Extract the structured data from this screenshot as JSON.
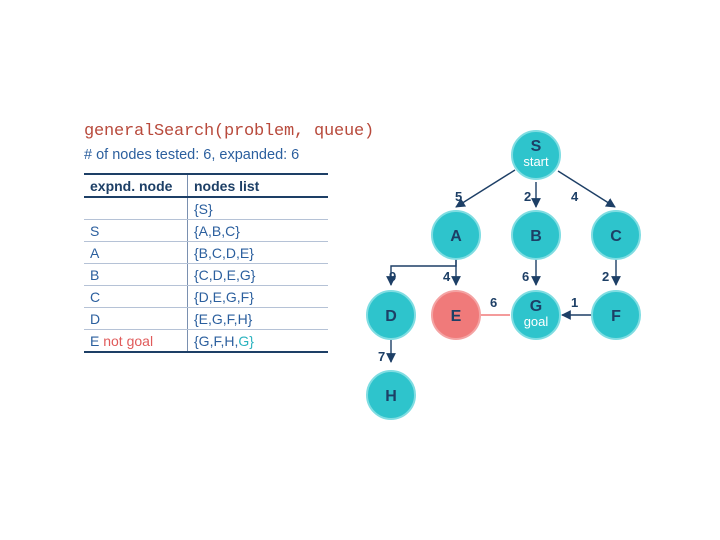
{
  "title": "generalSearch(problem, queue)",
  "subtitle": "# of nodes tested: 6, expanded: 6",
  "table": {
    "headers": [
      "expnd. node",
      "nodes list"
    ],
    "rows": [
      {
        "node": "",
        "note": "",
        "list": "{S}",
        "list_tail": ""
      },
      {
        "node": "S",
        "note": "",
        "list": "{A,B,C}",
        "list_tail": ""
      },
      {
        "node": "A",
        "note": "",
        "list": "{B,C,D,E}",
        "list_tail": ""
      },
      {
        "node": "B",
        "note": "",
        "list": "{C,D,E,G}",
        "list_tail": ""
      },
      {
        "node": "C",
        "note": "",
        "list": "{D,E,G,F}",
        "list_tail": ""
      },
      {
        "node": "D",
        "note": "",
        "list": "{E,G,F,H}",
        "list_tail": ""
      },
      {
        "node": "E",
        "note": "not goal",
        "list": "{G,F,H,",
        "list_tail": "G}"
      }
    ]
  },
  "graph": {
    "nodes": {
      "S": {
        "label": "S",
        "sub": "start"
      },
      "A": {
        "label": "A",
        "sub": ""
      },
      "B": {
        "label": "B",
        "sub": ""
      },
      "C": {
        "label": "C",
        "sub": ""
      },
      "D": {
        "label": "D",
        "sub": ""
      },
      "E": {
        "label": "E",
        "sub": ""
      },
      "G": {
        "label": "G",
        "sub": "goal"
      },
      "F": {
        "label": "F",
        "sub": ""
      },
      "H": {
        "label": "H",
        "sub": ""
      }
    },
    "edges": {
      "S_A": "5",
      "S_B": "2",
      "S_C": "4",
      "A_D": "9",
      "A_E": "4",
      "B_G": "6",
      "C_F": "2",
      "E_G": "6",
      "F_G": "1",
      "D_H": "7"
    },
    "colors": {
      "node": "#2ec4cc",
      "node_stroke": "#5ad6dc",
      "highlight": "#f07a7a",
      "edge": "#1d3f66",
      "highlight_edge": "#f07a7a"
    }
  }
}
